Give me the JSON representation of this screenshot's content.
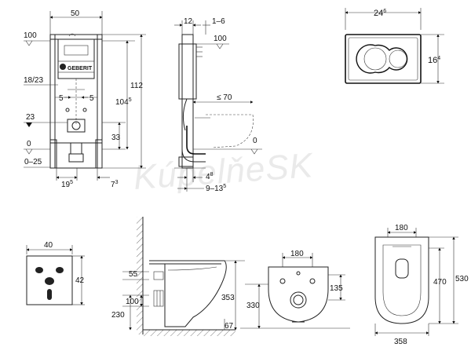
{
  "frame_front": {
    "width": "50",
    "height_total": "112",
    "height_inner_main": "104",
    "height_inner_sup": "5",
    "level_top": "100",
    "pipe_range": "18/23",
    "offset_left": "5",
    "offset_right": "5",
    "level_23": "23",
    "height_33": "33",
    "level_zero": "0",
    "floor_range": "0–25",
    "bottom_left_main": "19",
    "bottom_left_sup": "5",
    "bottom_right_main": "7",
    "bottom_right_sup": "3",
    "brand_text": "GEBERIT"
  },
  "frame_side": {
    "top_left": "12",
    "top_right": "1–6",
    "level_top": "100",
    "reach": "≤ 70",
    "level_zero": "0",
    "depth_a_main": "4",
    "depth_a_sup": "8",
    "depth_b_main": "9–13",
    "depth_b_sup": "5"
  },
  "flush_plate": {
    "width_main": "24",
    "width_sup": "6",
    "height_main": "16",
    "height_sup": "4"
  },
  "insulation_panel": {
    "width": "40",
    "height": "42"
  },
  "bowl_side": {
    "d55": "55",
    "d100": "100",
    "d230": "230",
    "d353": "353",
    "d67": "67"
  },
  "bowl_rear": {
    "d180": "180",
    "d135": "135",
    "d330": "330"
  },
  "bowl_top": {
    "d180": "180",
    "d470": "470",
    "d530": "530",
    "d358": "358"
  },
  "watermark": "KúpelňeSK"
}
